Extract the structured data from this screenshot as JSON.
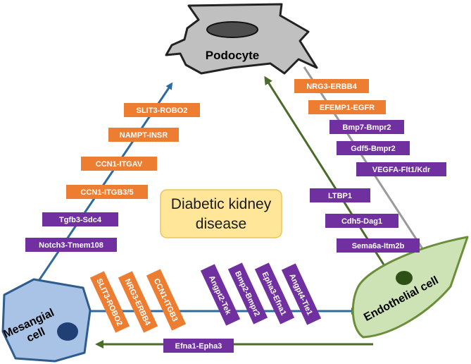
{
  "colors": {
    "orange": "#ED7D31",
    "purple": "#7030A0",
    "blue_arrow": "#2E6A9E",
    "green_arrow": "#4A6B2A",
    "gray_arrow": "#9A9A9A",
    "podocyte_fill": "#C0C0C0",
    "mesangial_fill": "#A9C3E6",
    "endothelial_fill": "#CDE3B6",
    "center_box_fill": "#FFE699"
  },
  "cells": {
    "podocyte": "Podocyte",
    "mesangial": [
      "Mesangial",
      "cell"
    ],
    "endothelial": "Endothelial cell"
  },
  "center": {
    "line1": "Diabetic kidney",
    "line2": "disease"
  },
  "labels": {
    "mesangial_to_podocyte": [
      {
        "text": "SLIT3-ROBO2",
        "color": "orange"
      },
      {
        "text": "NAMPT-INSR",
        "color": "orange"
      },
      {
        "text": "CCN1-ITGAV",
        "color": "orange"
      },
      {
        "text": "CCN1-ITGB3/5",
        "color": "orange"
      },
      {
        "text": "Tgfb3-Sdc4",
        "color": "purple"
      },
      {
        "text": "Notch3-Tmem108",
        "color": "purple"
      }
    ],
    "podocyte_to_endothelial": [
      {
        "text": "NRG3-ERBB4",
        "color": "orange"
      },
      {
        "text": "EFEMP1-EGFR",
        "color": "orange"
      },
      {
        "text": "Bmp7-Bmpr2",
        "color": "purple"
      },
      {
        "text": "Gdf5-Bmpr2",
        "color": "purple"
      },
      {
        "text": "VEGFA-Flt1/Kdr",
        "color": "purple"
      }
    ],
    "endothelial_to_podocyte": [
      {
        "text": "LTBP1",
        "color": "purple"
      },
      {
        "text": "Cdh5-Dag1",
        "color": "purple"
      },
      {
        "text": "Sema6a-Itm2b",
        "color": "purple"
      }
    ],
    "mesangial_to_endothelial": [
      {
        "text": "SLIT3-ROBO2",
        "color": "orange"
      },
      {
        "text": "NRG3-ERBB4",
        "color": "orange"
      },
      {
        "text": "CCN1-ITGB3",
        "color": "orange"
      },
      {
        "text": "Angpt2-Tek",
        "color": "purple"
      },
      {
        "text": "Bmp2-Bmpr2",
        "color": "purple"
      },
      {
        "text": "Epha3-Efna1",
        "color": "purple"
      },
      {
        "text": "Angpt4-Tie1",
        "color": "purple"
      }
    ],
    "endothelial_to_mesangial": [
      {
        "text": "Efna1-Epha3",
        "color": "purple"
      }
    ]
  }
}
